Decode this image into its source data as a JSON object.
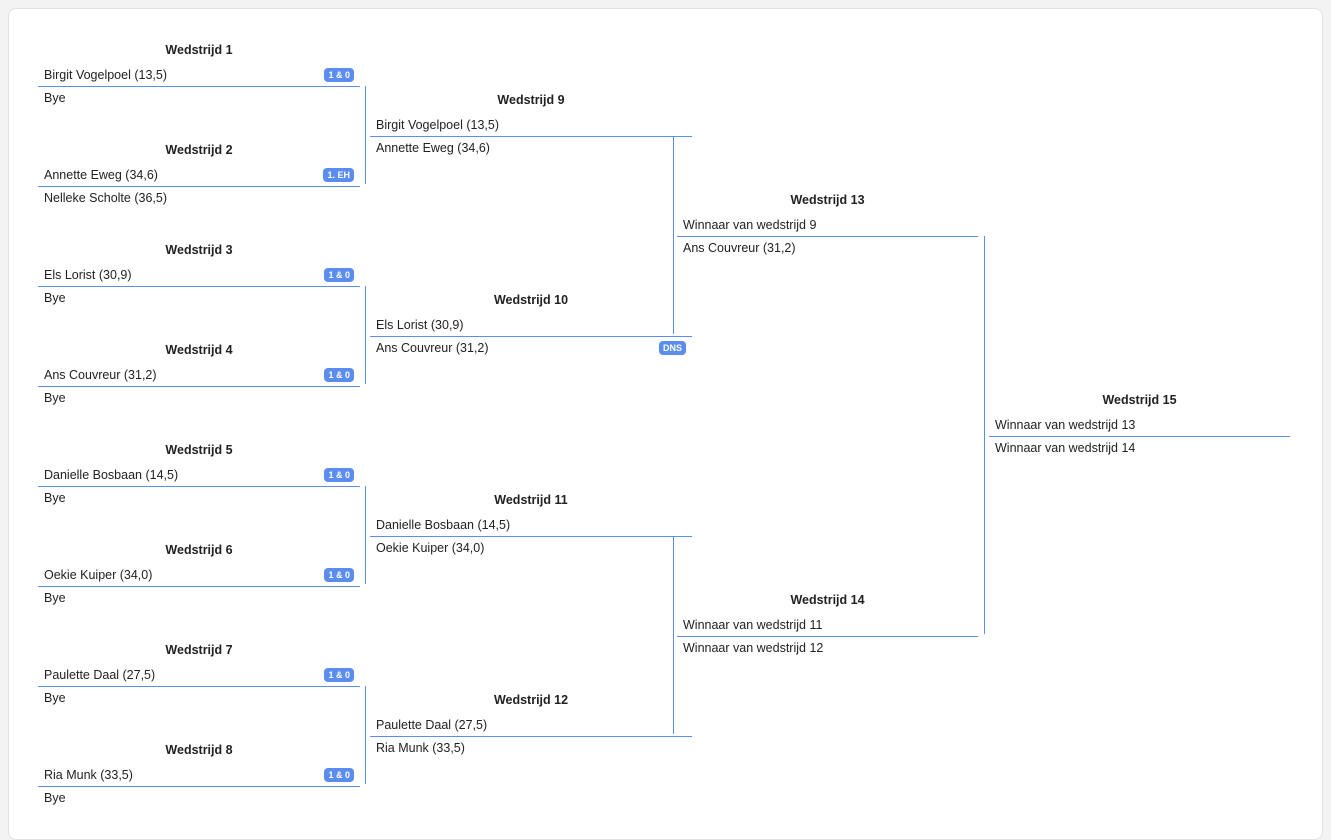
{
  "bracket": {
    "matches": [
      {
        "title": "Wedstrijd 1",
        "p1": "Birgit Vogelpoel (13,5)",
        "p1_badge": "1 & 0",
        "p2": "Bye",
        "p2_badge": ""
      },
      {
        "title": "Wedstrijd 2",
        "p1": "Annette Eweg (34,6)",
        "p1_badge": "1. EH",
        "p2": "Nelleke Scholte (36,5)",
        "p2_badge": ""
      },
      {
        "title": "Wedstrijd 3",
        "p1": "Els Lorist (30,9)",
        "p1_badge": "1 & 0",
        "p2": "Bye",
        "p2_badge": ""
      },
      {
        "title": "Wedstrijd 4",
        "p1": "Ans Couvreur (31,2)",
        "p1_badge": "1 & 0",
        "p2": "Bye",
        "p2_badge": ""
      },
      {
        "title": "Wedstrijd 5",
        "p1": "Danielle Bosbaan (14,5)",
        "p1_badge": "1 & 0",
        "p2": "Bye",
        "p2_badge": ""
      },
      {
        "title": "Wedstrijd 6",
        "p1": "Oekie Kuiper (34,0)",
        "p1_badge": "1 & 0",
        "p2": "Bye",
        "p2_badge": ""
      },
      {
        "title": "Wedstrijd 7",
        "p1": "Paulette Daal (27,5)",
        "p1_badge": "1 & 0",
        "p2": "Bye",
        "p2_badge": ""
      },
      {
        "title": "Wedstrijd 8",
        "p1": "Ria Munk (33,5)",
        "p1_badge": "1 & 0",
        "p2": "Bye",
        "p2_badge": ""
      },
      {
        "title": "Wedstrijd 9",
        "p1": "Birgit Vogelpoel (13,5)",
        "p1_badge": "",
        "p2": "Annette Eweg (34,6)",
        "p2_badge": ""
      },
      {
        "title": "Wedstrijd 10",
        "p1": "Els Lorist (30,9)",
        "p1_badge": "",
        "p2": "Ans Couvreur (31,2)",
        "p2_badge": "DNS"
      },
      {
        "title": "Wedstrijd 11",
        "p1": "Danielle Bosbaan (14,5)",
        "p1_badge": "",
        "p2": "Oekie Kuiper (34,0)",
        "p2_badge": ""
      },
      {
        "title": "Wedstrijd 12",
        "p1": "Paulette Daal (27,5)",
        "p1_badge": "",
        "p2": "Ria Munk (33,5)",
        "p2_badge": ""
      },
      {
        "title": "Wedstrijd 13",
        "p1": "Winnaar van wedstrijd 9",
        "p1_badge": "",
        "p2": "Ans Couvreur (31,2)",
        "p2_badge": ""
      },
      {
        "title": "Wedstrijd 14",
        "p1": "Winnaar van wedstrijd 11",
        "p1_badge": "",
        "p2": "Winnaar van wedstrijd 12",
        "p2_badge": ""
      },
      {
        "title": "Wedstrijd 15",
        "p1": "Winnaar van wedstrijd 13",
        "p1_badge": "",
        "p2": "Winnaar van wedstrijd 14",
        "p2_badge": ""
      }
    ]
  },
  "colors": {
    "accent": "#5b8def"
  }
}
